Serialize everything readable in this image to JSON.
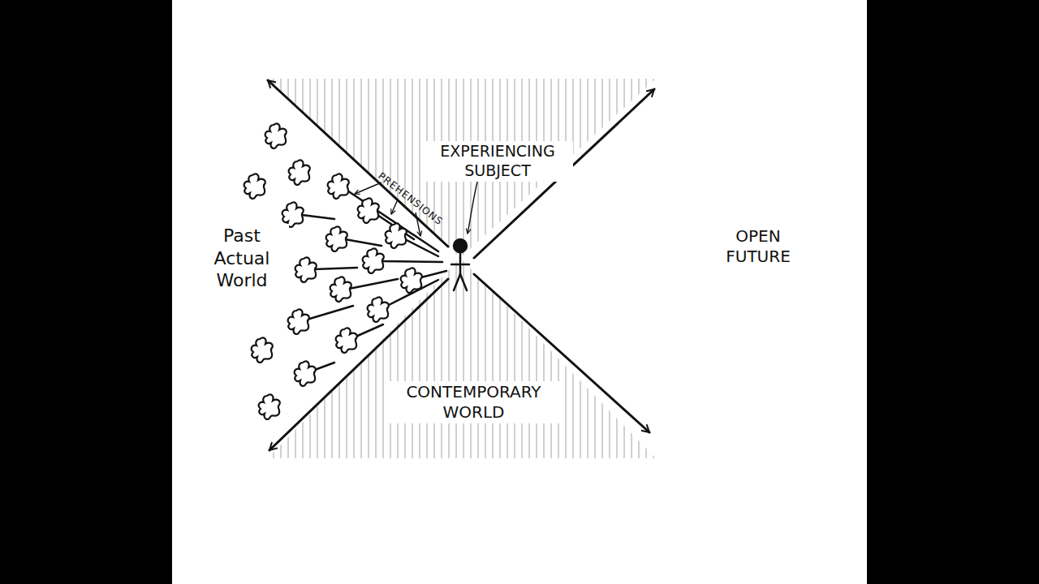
{
  "diagram": {
    "labels": [
      "EXPERIENCING SUBJECT",
      "PREHENSIONS",
      "Past Actual World",
      "CONTEMPORARY WORLD",
      "OPEN FUTURE"
    ]
  }
}
